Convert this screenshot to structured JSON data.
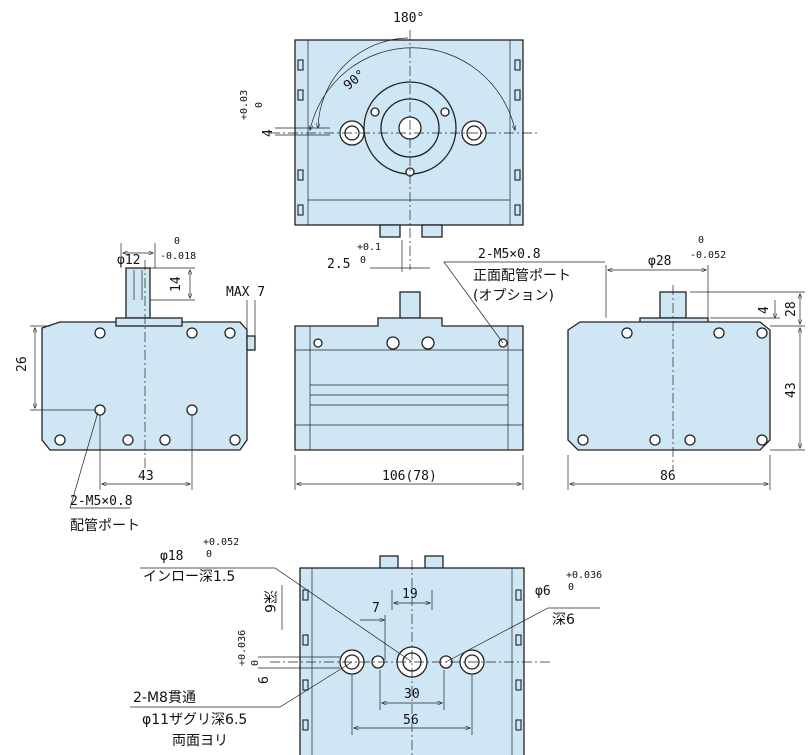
{
  "top_view": {
    "angle_180": "180°",
    "angle_90": "90°",
    "tol_upper": "+0.03",
    "tol_lower": "0",
    "dim_4": "4"
  },
  "shaft_offset": {
    "value": "2.5",
    "tol_upper": "+0.1",
    "tol_lower": "0"
  },
  "left_view": {
    "shaft_dia": "φ12",
    "tol_upper": "0",
    "tol_lower": "-0.018",
    "dim_14": "14",
    "max": "MAX 7",
    "dim_26": "26",
    "dim_43": "43"
  },
  "front_view": {
    "port_spec": "2-M5×0.8",
    "port_label": "正面配管ポート",
    "port_option": "(オプション)",
    "width": "106(78)"
  },
  "right_view": {
    "shaft_dia": "φ28",
    "tol_upper": "0",
    "tol_lower": "-0.052",
    "dim_4": "4",
    "dim_28": "28",
    "dim_43": "43",
    "dim_86": "86"
  },
  "piping": {
    "spec": "2-M5×0.8",
    "label": "配管ポート"
  },
  "bottom_view": {
    "spigot_dia": "φ18",
    "spigot_tol_upper": "+0.052",
    "spigot_tol_lower": "0",
    "spigot_depth": "インロー深1.5",
    "depth6_label": "深6",
    "dim_19": "19",
    "dim_7": "7",
    "dim_30": "30",
    "dim_56": "56",
    "pin_dia": "φ6",
    "pin_tol_upper": "+0.036",
    "pin_tol_lower": "0",
    "pin_depth": "深6",
    "offset_6": "6",
    "offset_tol_upper": "+0.036",
    "offset_tol_lower": "0",
    "thru_spec": "2-M8貫通",
    "counterbore": "φ11ザグリ深6.5",
    "both_sides": "両面ヨリ"
  },
  "colors": {
    "fill": "#cfe6f5",
    "line": "#222222"
  }
}
